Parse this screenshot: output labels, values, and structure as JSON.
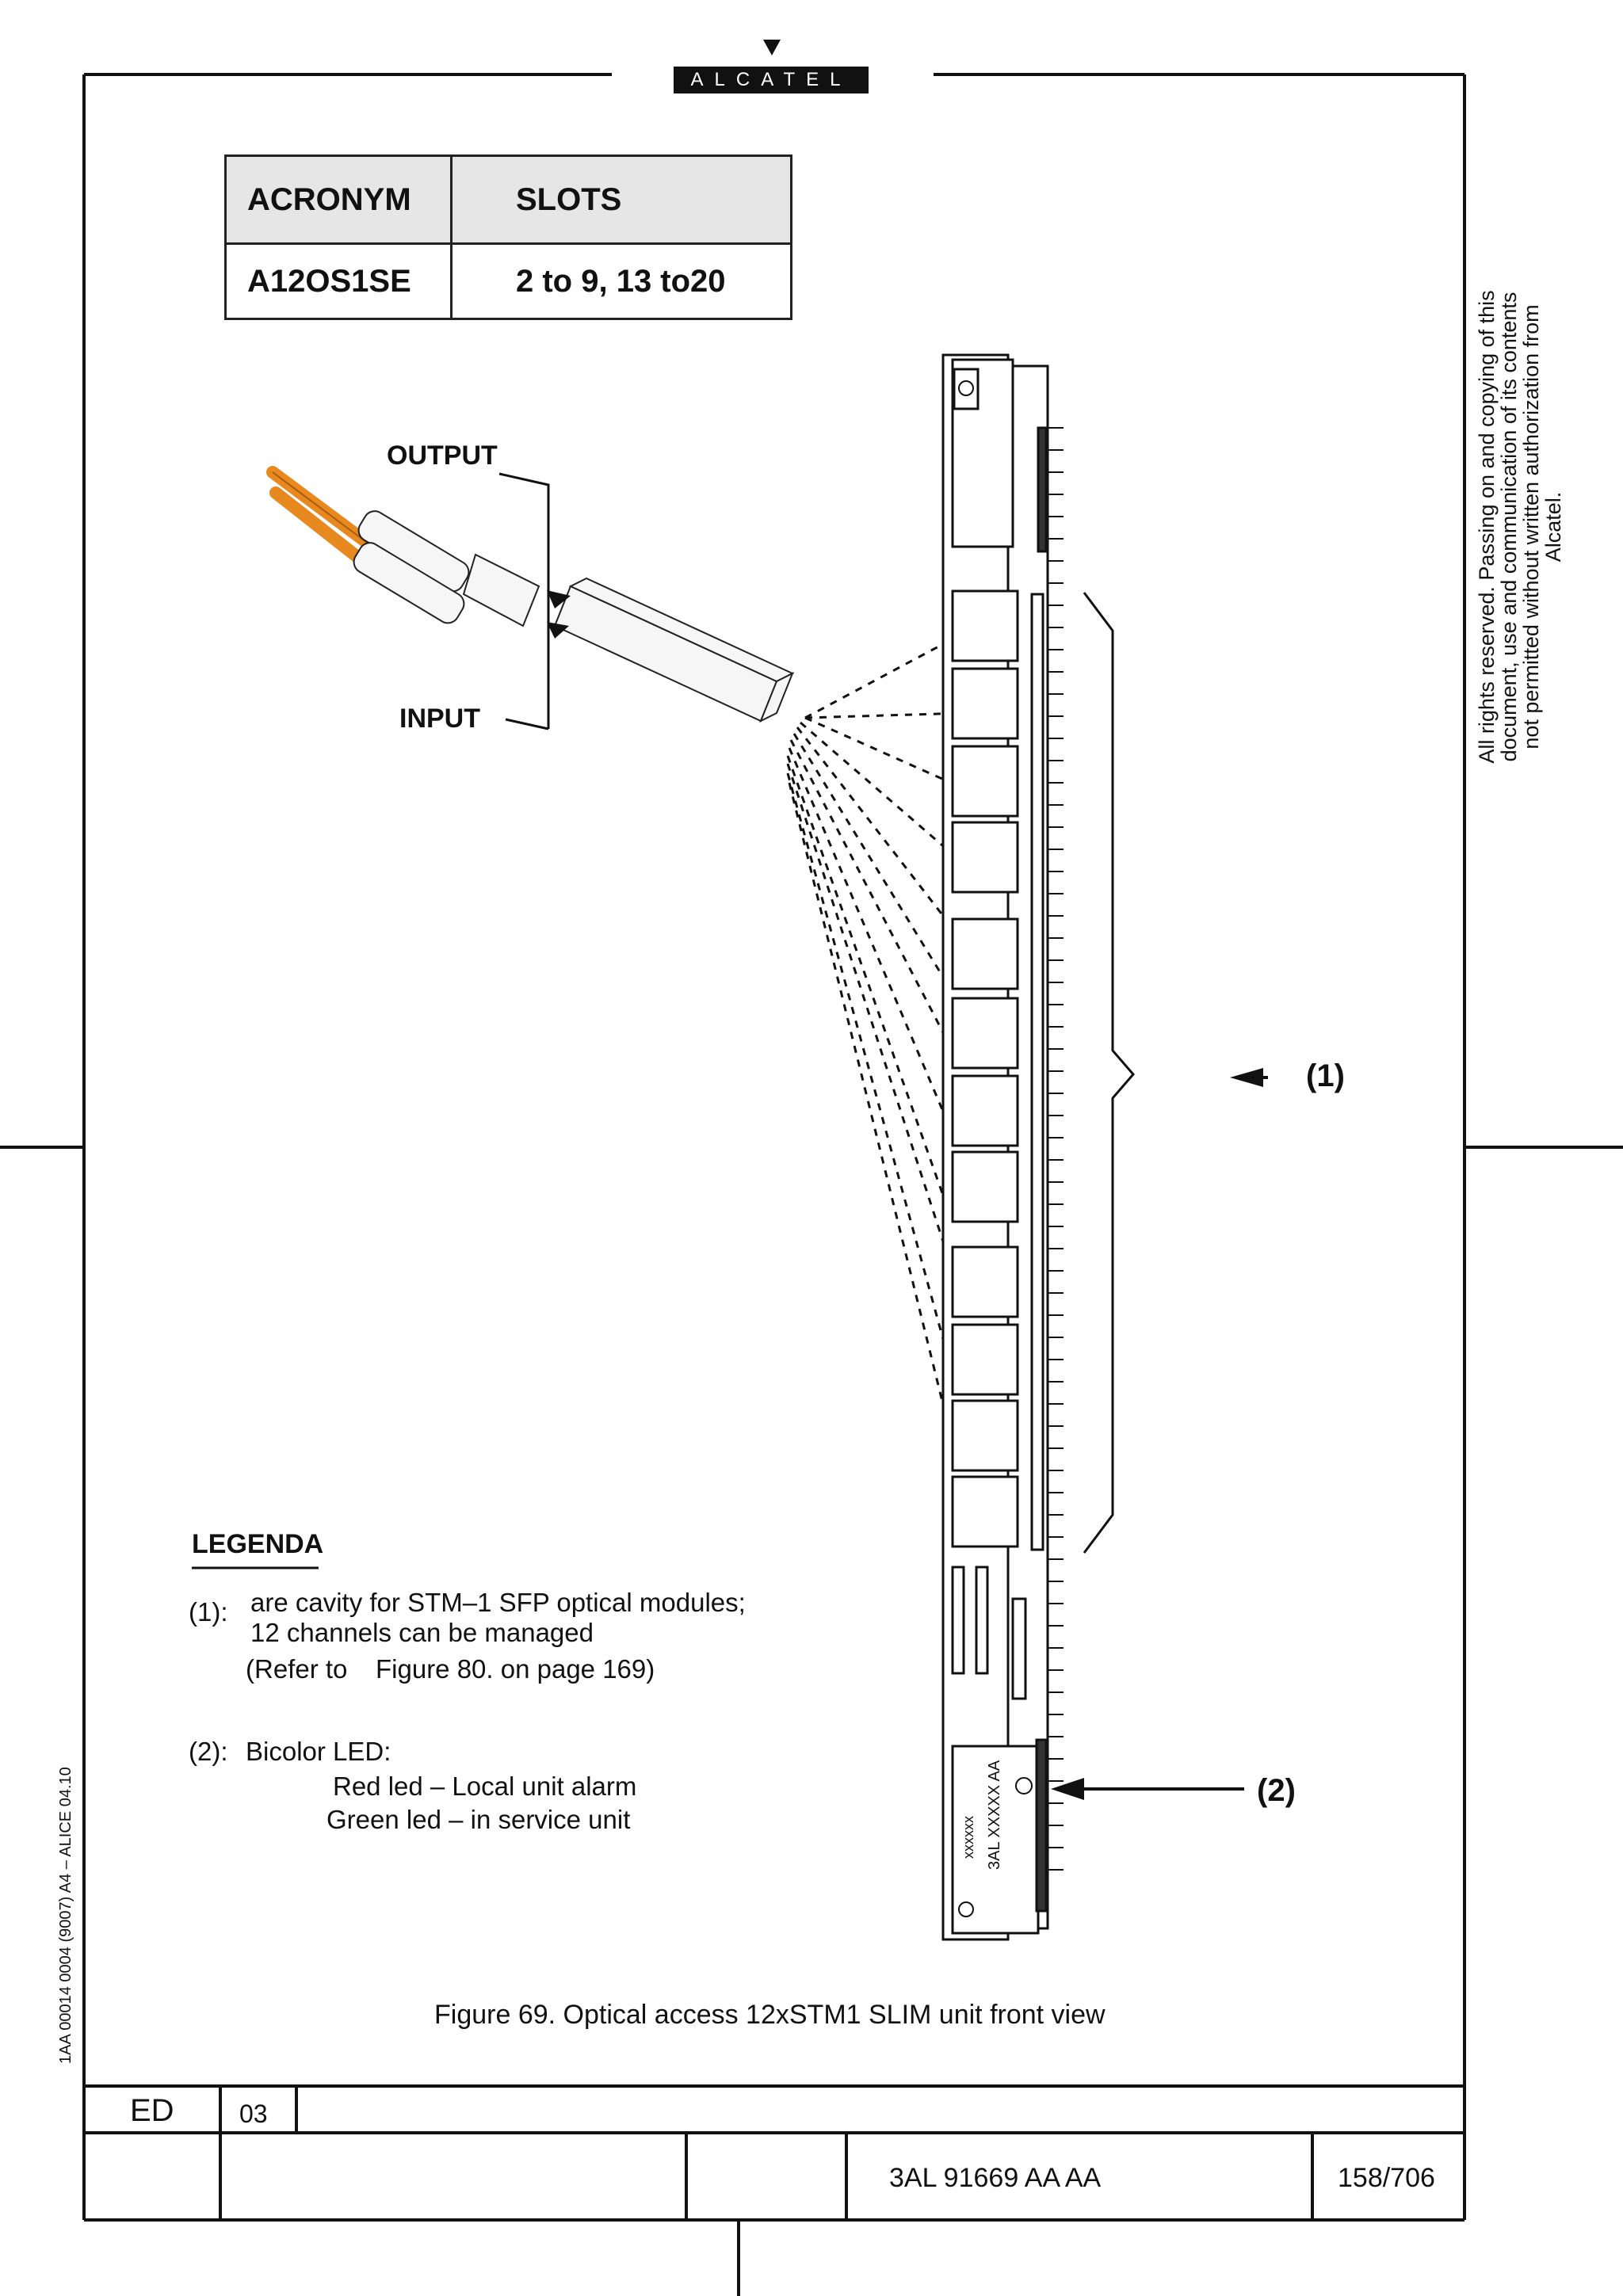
{
  "header": {
    "brand_logo": "ALCATEL"
  },
  "acronym_table": {
    "headers": [
      "ACRONYM",
      "SLOTS"
    ],
    "rows": [
      [
        "A12OS1SE",
        "2 to 9, 13 to20"
      ]
    ]
  },
  "connector_labels": {
    "output": "OUTPUT",
    "input": "INPUT"
  },
  "callouts": {
    "c1": "(1)",
    "c2": "(2)"
  },
  "module_label": {
    "line1": "xxxxxx",
    "line2": "3AL XXXXX AA"
  },
  "legend": {
    "title": "LEGENDA",
    "item1_key": "(1):",
    "item1_line1": "are cavity for STM–1 SFP optical modules;",
    "item1_line2": "12 channels can be managed",
    "item1_ref_prefix": "(Refer to",
    "item1_ref": "Figure 80.  on page 169)",
    "item2_key": "(2):",
    "item2_title": "Bicolor LED:",
    "item2_line1": "Red led – Local unit alarm",
    "item2_line2": "Green led – in service unit"
  },
  "figure_caption": "Figure 69. Optical access 12xSTM1 SLIM unit front view",
  "rights_notice": {
    "line1": "All rights reserved. Passing on and copying of this",
    "line2": "document, use and communication of its contents",
    "line3": "not permitted without written authorization from Alcatel."
  },
  "side_code": "1AA 00014 0004 (9007) A4 – ALICE 04.10",
  "footer": {
    "ed_label": "ED",
    "ed_value": "03",
    "doc_code": "3AL 91669 AA  AA",
    "page": "158/706"
  },
  "colors": {
    "fiber": "#e8891f",
    "line": "#111111",
    "header_fill": "#e6e6e6"
  }
}
